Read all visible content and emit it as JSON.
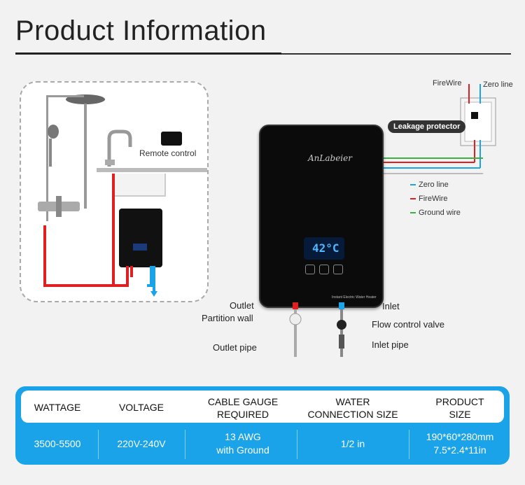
{
  "header": {
    "title": "Product Information"
  },
  "left_panel": {
    "remote_label": "Remote control"
  },
  "wiring": {
    "firewire_top": "FireWire",
    "zero_line_top": "Zero line",
    "leakage_protector": "Leakage protector",
    "legend": [
      {
        "label": "Zero line",
        "color": "#1aa3e8"
      },
      {
        "label": "FireWire",
        "color": "#e02020"
      },
      {
        "label": "Ground wire",
        "color": "#3cb043"
      }
    ]
  },
  "heater": {
    "brand": "AnLabeier",
    "temperature": "42°C",
    "footer_text": "Instant Electric Water Heater"
  },
  "callouts": {
    "outlet": "Outlet",
    "partition_wall": "Partition wall",
    "outlet_pipe": "Outlet pipe",
    "inlet": "Inlet",
    "flow_control_valve": "Flow control valve",
    "inlet_pipe": "Inlet pipe"
  },
  "spec_table": {
    "headers": [
      "WATTAGE",
      "VOLTAGE",
      "CABLE GAUGE\nREQUIRED",
      "WATER\nCONNECTION SIZE",
      "PRODUCT\nSIZE"
    ],
    "h": {
      "wattage": "WATTAGE",
      "voltage": "VOLTAGE",
      "cable1": "CABLE GAUGE",
      "cable2": "REQUIRED",
      "water1": "WATER",
      "water2": "CONNECTION SIZE",
      "size1": "PRODUCT",
      "size2": "SIZE"
    },
    "v": {
      "wattage": "3500-5500",
      "voltage": "220V-240V",
      "cable1": "13 AWG",
      "cable2": "with Ground",
      "water": "1/2 in",
      "size1": "190*60*280mm",
      "size2": "7.5*2.4*11in"
    }
  },
  "colors": {
    "accent": "#1aa3e8",
    "hot": "#e02020",
    "cold": "#1aa3e8",
    "ground": "#3cb043"
  }
}
